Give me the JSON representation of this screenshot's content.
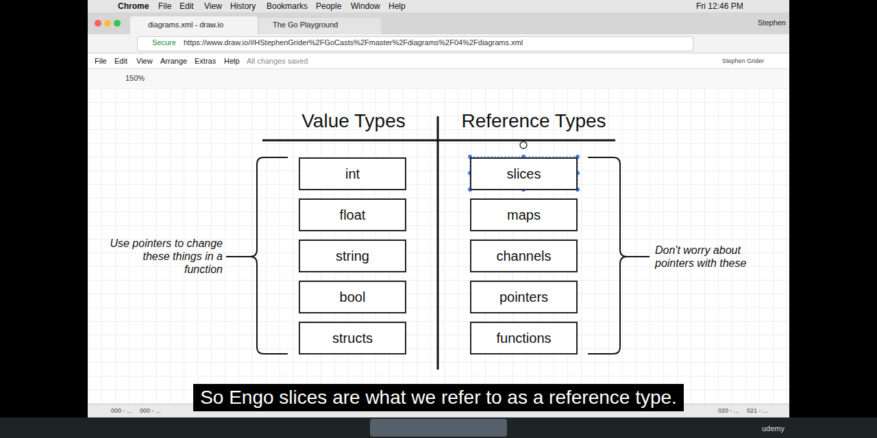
{
  "diagram": {
    "caption": "So Engo slices are what we refer to as a reference type.",
    "nodes": [
      {
        "text": [
          "int"
        ]
      },
      {
        "text": [
          "float"
        ]
      },
      {
        "text": [
          "string"
        ]
      },
      {
        "text": [
          "bool"
        ]
      },
      {
        "text": [
          "structs"
        ]
      },
      {
        "text": [
          "slices"
        ]
      },
      {
        "text": [
          "maps"
        ]
      },
      {
        "text": [
          "channels"
        ]
      },
      {
        "text": [
          "pointers"
        ]
      },
      {
        "text": [
          "functions"
        ]
      }
    ],
    "labels": [
      "Chrome",
      "File",
      "Edit",
      "View",
      "History",
      "Bookmarks",
      "People",
      "Window",
      "Help",
      "Fri 12:46 PM",
      "diagrams.xml - draw.io",
      "The Go Playground",
      "Stephen",
      "Secure",
      "https://www.draw.io/#HStephenGrider%2FGoCasts%2Fmaster%2Fdiagrams%2F04%2Fdiagrams.xml",
      "File",
      "Edit",
      "View",
      "Arrange",
      "Extras",
      "Help",
      "All changes saved",
      "Stephen Grider",
      "150%",
      "Value Types",
      "Reference Types",
      "Use pointers to change these things in a function",
      "Don't worry about pointers with these",
      "000 - ...",
      "000 - ...",
      "020 - ...",
      "021 - ...",
      "udemy"
    ]
  }
}
